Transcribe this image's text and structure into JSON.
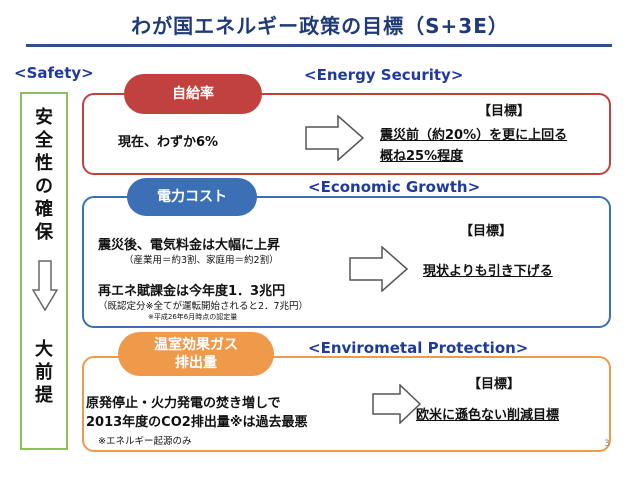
{
  "title": "わが国エネルギー政策の目標（S+3E）",
  "left": {
    "tag": "<Safety>",
    "column_top": "安全性の確保",
    "column_bottom": "大前提"
  },
  "sections": {
    "energy": {
      "tag": "<Energy Security>",
      "pill": "自給率",
      "current": "現在、わずか6%",
      "target_label": "【目標】",
      "target_line1": "震災前（約20%）を更に上回る",
      "target_line2": "概ね25%程度"
    },
    "economic": {
      "tag": "<Economic Growth>",
      "pill": "電力コスト",
      "line1": "震災後、電気料金は大幅に上昇",
      "line1_note": "（産業用＝約3割、家庭用＝約2割）",
      "line2": "再エネ賦課金は今年度1．3兆円",
      "line2_note": "（既認定分※全てが運転開始されると2．7兆円）",
      "line2_footnote": "※平成26年6月時点の認定量",
      "target_label": "【目標】",
      "target": "現状よりも引き下げる"
    },
    "environment": {
      "tag": "<Envirometal Protection>",
      "pill_line1": "温室効果ガス",
      "pill_line2": "排出量",
      "line1": "原発停止・火力発電の焚き増しで",
      "line2": "2013年度のCO2排出量※は過去最悪",
      "footnote": "※エネルギー起源のみ",
      "target_label": "【目標】",
      "target": "欧米に遜色ない削減目標"
    }
  },
  "page_number": "3",
  "colors": {
    "title": "#1f3a78",
    "tag": "#1f3a9a",
    "safety_border": "#8ec05c",
    "energy": "#c0413d",
    "economic": "#3b6fb6",
    "environment": "#ef9a4a"
  }
}
